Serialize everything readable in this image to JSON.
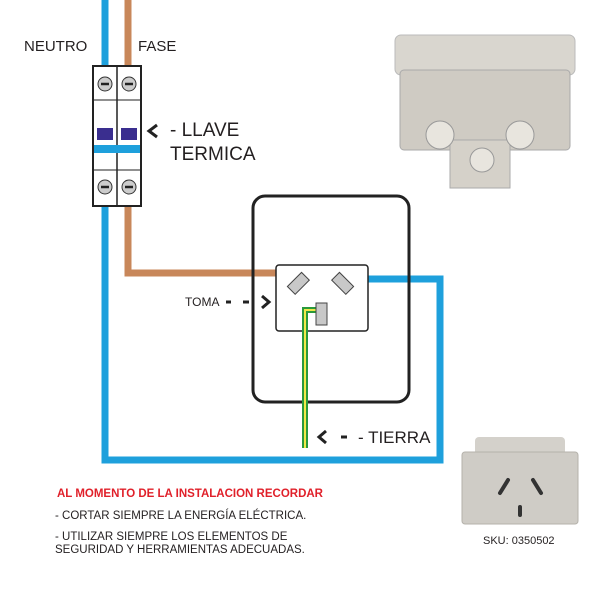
{
  "labels": {
    "neutro": "NEUTRO",
    "fase": "FASE",
    "llave_line1": "- LLAVE",
    "llave_line2": "TERMICA",
    "toma": "TOMA",
    "tierra": "- TIERRA"
  },
  "notes": {
    "heading": "AL MOMENTO DE LA INSTALACION RECORDAR",
    "item1": "- CORTAR SIEMPRE LA ENERGÍA ELÉCTRICA.",
    "item2_line1": "- UTILIZAR SIEMPRE LOS ELEMENTOS DE",
    "item2_line2": "SEGURIDAD Y HERRAMIENTAS ADECUADAS."
  },
  "product": {
    "sku": "SKU: 0350502"
  },
  "colors": {
    "neutral": "#1ea0dc",
    "phase": "#c8875a",
    "earth_green": "#2a9a3a",
    "earth_yellow": "#f0e84a",
    "breaker_handle": "#3a2e8f",
    "heading": "#e0202a"
  }
}
